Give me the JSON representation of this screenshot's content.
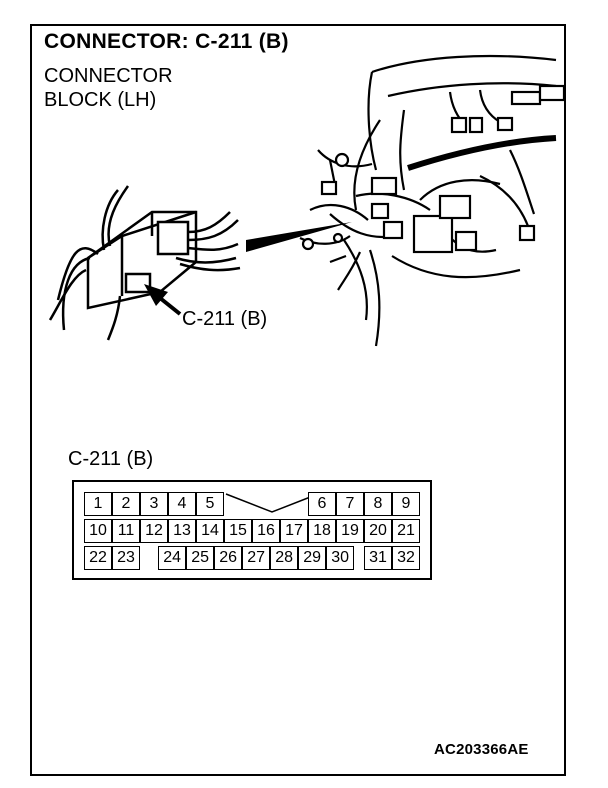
{
  "title": "CONNECTOR: C-211 (B)",
  "subtitle": [
    "CONNECTOR",
    "BLOCK (LH)"
  ],
  "callout_label": "C-211 (B)",
  "pinout_title": "C-211 (B)",
  "figure_code": "AC203366AE",
  "pins": {
    "row1": [
      "1",
      "2",
      "3",
      "4",
      "5",
      "6",
      "7",
      "8",
      "9"
    ],
    "row2": [
      "10",
      "11",
      "12",
      "13",
      "14",
      "15",
      "16",
      "17",
      "18",
      "19",
      "20",
      "21"
    ],
    "row3": [
      "22",
      "23",
      "24",
      "25",
      "26",
      "27",
      "28",
      "29",
      "30",
      "31",
      "32"
    ]
  }
}
